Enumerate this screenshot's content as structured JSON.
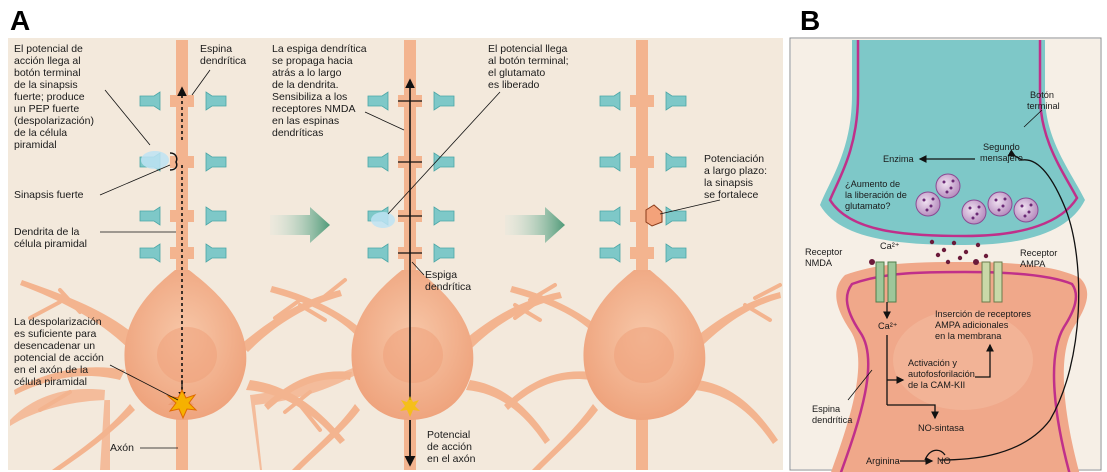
{
  "panel_a": {
    "letter": "A",
    "left_text": [
      "El potencial de",
      "acción llega al",
      "botón terminal",
      "de la sinapsis",
      "fuerte; produce",
      "un PEP fuerte",
      "(despolarización)",
      "de la célula",
      "piramidal"
    ],
    "espina_label": [
      "Espina",
      "dendrítica"
    ],
    "sinapsis_fuerte": "Sinapsis fuerte",
    "dendrita_label": [
      "Dendrita de la",
      "célula piramidal"
    ],
    "despol_text": [
      "La despolarización",
      "es suficiente para",
      "desencadenar un",
      "potencial de acción",
      "en el axón de la",
      "célula piramidal"
    ],
    "axon_label": "Axón",
    "middle_text": [
      "La espiga dendrítica",
      "se propaga hacia",
      "atrás a lo largo",
      "de la dendrita.",
      "Sensibiliza a los",
      "receptores NMDA",
      "en las espinas",
      "dendríticas"
    ],
    "espiga_label": [
      "Espiga",
      "dendrítica"
    ],
    "potencial_label": [
      "Potencial",
      "de acción",
      "en el axón"
    ],
    "glutamate_text": [
      "El potencial llega",
      "al botón terminal;",
      "el glutamato",
      "es liberado"
    ],
    "potenciacion_text": [
      "Potenciación",
      "a largo plazo:",
      "la sinapsis",
      "se fortalece"
    ]
  },
  "panel_b": {
    "letter": "B",
    "boton_label": [
      "Botón",
      "terminal"
    ],
    "enzima": "Enzima",
    "segundo": [
      "Segundo",
      "mensajero"
    ],
    "aumento": [
      "¿Aumento de",
      "la liberación de",
      "glutamato?"
    ],
    "receptor_nmda": [
      "Receptor",
      "NMDA"
    ],
    "receptor_ampa": [
      "Receptor",
      "AMPA"
    ],
    "ca_top": "Ca²⁺",
    "ca_bottom": "Ca²⁺",
    "insercion": [
      "Inserción de receptores",
      "AMPA adicionales",
      "en la membrana"
    ],
    "activacion": [
      "Activación y",
      "autofosforilación",
      "de la CAM-KII"
    ],
    "espina_label": [
      "Espina",
      "dendrítica"
    ],
    "no_sintasa": "NO-sintasa",
    "arginina": "Arginina",
    "no": "NO"
  },
  "colors": {
    "panel_bg": "#f3e9dc",
    "neuron": "#f3b48f",
    "neuron_dark": "#e89a72",
    "terminal": "#7ec8c8",
    "terminal_dark": "#4aa6a6",
    "arrow_green": "#5a9e7e",
    "spine_b": "#f0a88a",
    "membrane": "#c0308a"
  }
}
